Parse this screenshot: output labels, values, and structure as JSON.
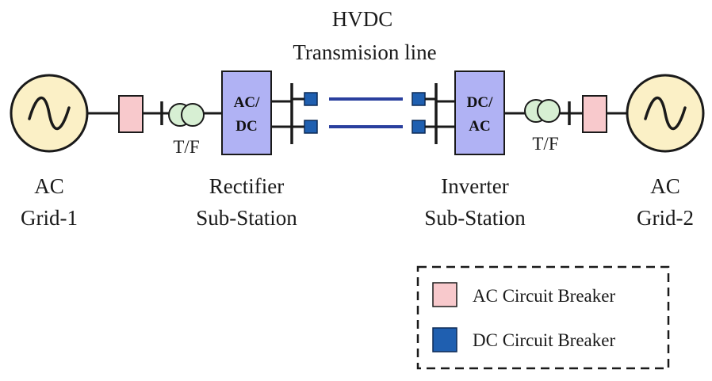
{
  "title": {
    "line1": "HVDC",
    "line2": "Transmision line"
  },
  "nodes": {
    "grid1": {
      "line1": "AC",
      "line2": "Grid-1"
    },
    "grid2": {
      "line1": "AC",
      "line2": "Grid-2"
    },
    "tf_left": "T/F",
    "tf_right": "T/F",
    "rectifier_box": {
      "line1": "AC/",
      "line2": "DC"
    },
    "inverter_box": {
      "line1": "DC/",
      "line2": "AC"
    },
    "rectifier_label": {
      "line1": "Rectifier",
      "line2": "Sub-Station"
    },
    "inverter_label": {
      "line1": "Inverter",
      "line2": "Sub-Station"
    }
  },
  "legend": {
    "ac_breaker": "AC Circuit Breaker",
    "dc_breaker": "DC Circuit Breaker"
  },
  "colors": {
    "grid_fill": "#fbf0c6",
    "ac_breaker": "#f8c9cc",
    "dc_breaker": "#1f5fb0",
    "converter": "#b0b2f4",
    "transformer": "#d7efd3",
    "dc_line": "#2a3f9e"
  }
}
